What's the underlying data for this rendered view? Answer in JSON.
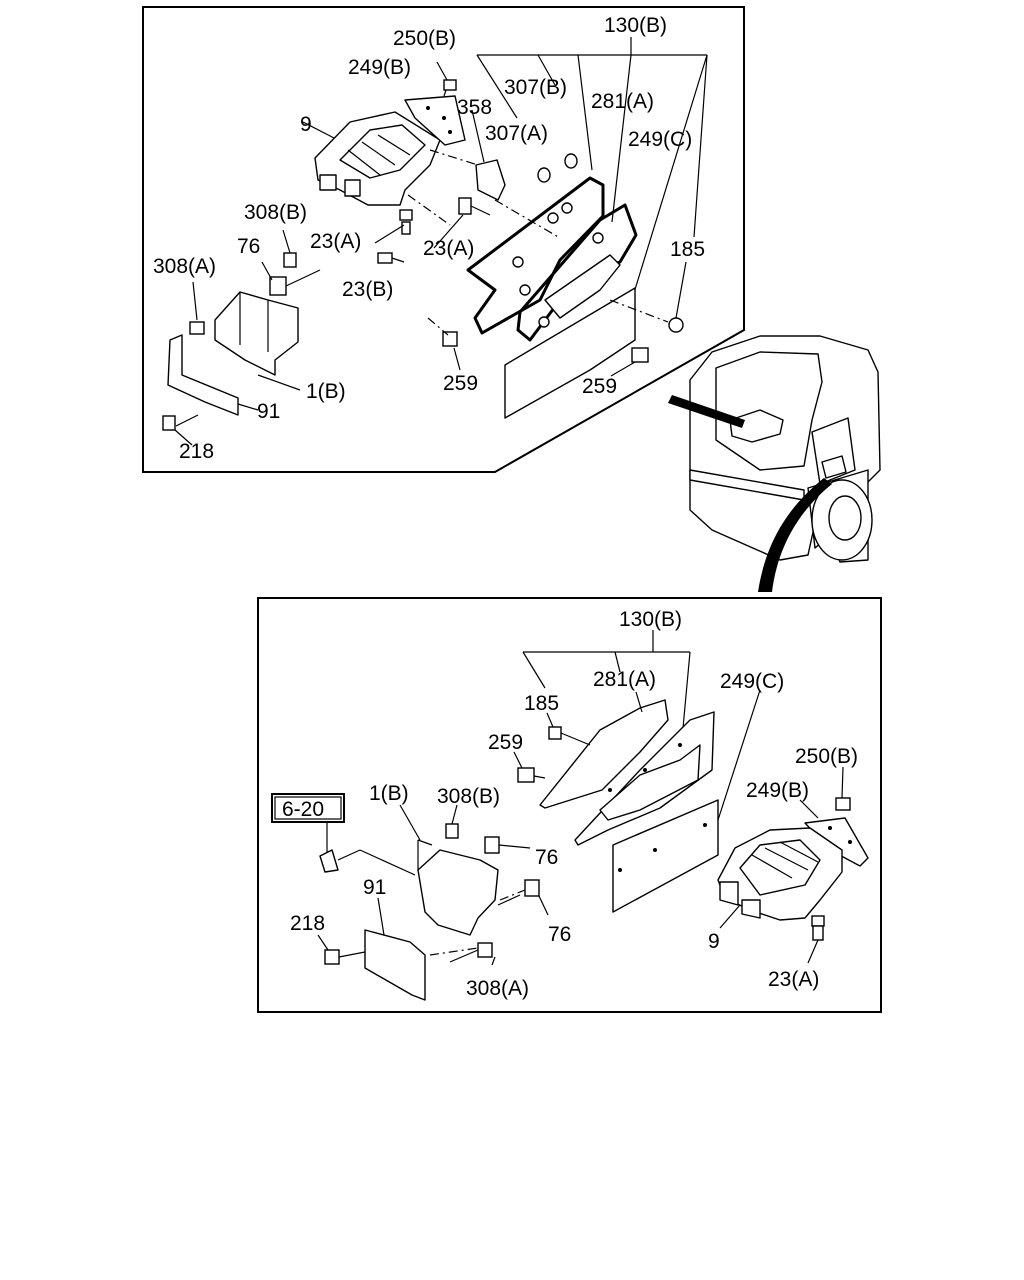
{
  "top_view": {
    "labels": {
      "l250b": "250(B)",
      "l130b": "130(B)",
      "l249b": "249(B)",
      "l307b": "307(B)",
      "l358": "358",
      "l281a": "281(A)",
      "l9": "9",
      "l307a": "307(A)",
      "l249c": "249(C)",
      "l308b": "308(B)",
      "l23a_1": "23(A)",
      "l23a_2": "23(A)",
      "l185": "185",
      "l76": "76",
      "l308a": "308(A)",
      "l23b": "23(B)",
      "l259_1": "259",
      "l259_2": "259",
      "l1b": "1(B)",
      "l91": "91",
      "l218": "218"
    }
  },
  "bottom_view": {
    "labels": {
      "l130b": "130(B)",
      "l281a": "281(A)",
      "l249c": "249(C)",
      "l185": "185",
      "l259": "259",
      "l250b": "250(B)",
      "l249b": "249(B)",
      "ref": "6-20",
      "l1b": "1(B)",
      "l308b": "308(B)",
      "l76_1": "76",
      "l91": "91",
      "l218": "218",
      "l76_2": "76",
      "l9": "9",
      "l23a": "23(A)",
      "l308a": "308(A)"
    }
  }
}
